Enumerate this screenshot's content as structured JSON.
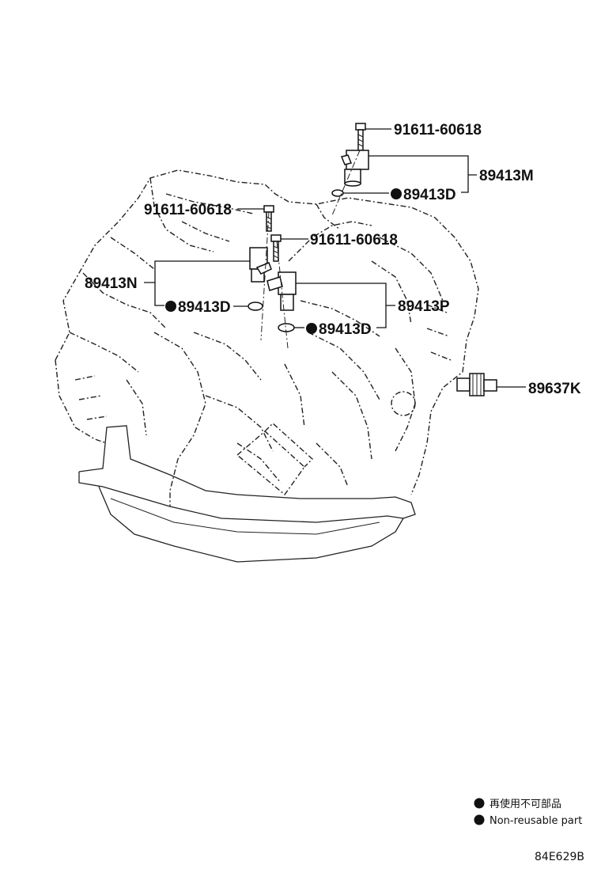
{
  "labels": {
    "bolt_top": "91611-60618",
    "sensor_m": "89413M",
    "oring_top": "89413D",
    "bolt_left": "91611-60618",
    "bolt_mid": "91611-60618",
    "sensor_n": "89413N",
    "oring_left": "89413D",
    "sensor_p": "89413P",
    "oring_mid": "89413D",
    "switch_k": "89637K"
  },
  "legend": {
    "line1": "再使用不可部品",
    "line2": "Non-reusable part"
  },
  "diagram_code": "84E629B"
}
